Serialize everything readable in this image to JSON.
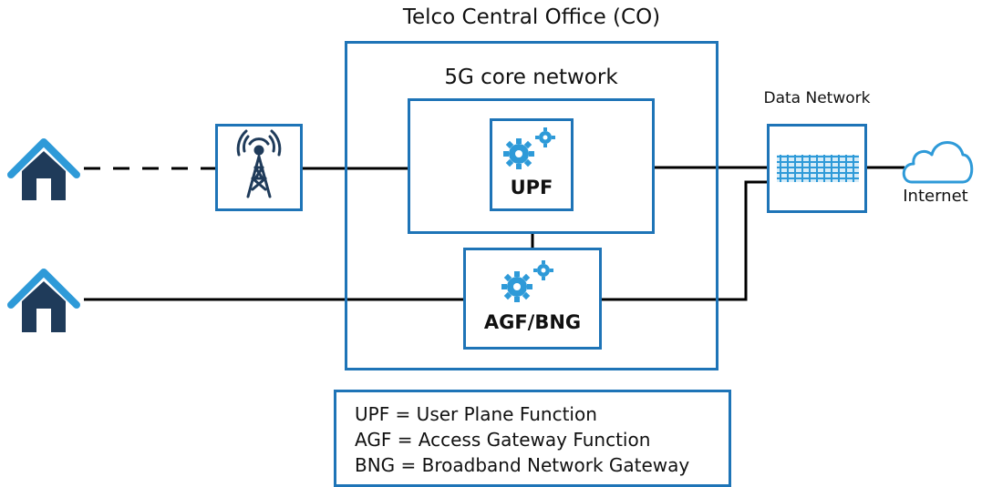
{
  "co_title": "Telco Central Office (CO)",
  "core_label": "5G core network",
  "upf_label": "UPF",
  "agf_bng_label": "AGF/BNG",
  "data_network_label": "Data Network",
  "internet_label": "Internet",
  "legend": [
    "UPF = User Plane Function",
    "AGF = Access Gateway Function",
    "BNG = Broadband Network Gateway"
  ],
  "colors": {
    "box_border": "#1e74b7",
    "house_roof": "#2e9ad8",
    "house_body": "#1f3b5a",
    "gear": "#2e9ad8",
    "tower": "#1f3b5a",
    "line": "#000000"
  },
  "icons": [
    "house-icon",
    "cell-tower-icon",
    "gears-icon",
    "data-network-icon",
    "cloud-icon"
  ]
}
